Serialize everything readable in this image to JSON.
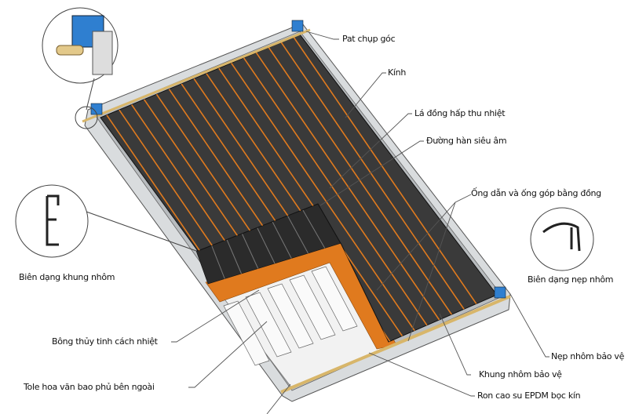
{
  "labels": {
    "corner_cap": "Pat chụp góc",
    "glass": "Kính",
    "absorber": "Lá đồng hấp thu nhiệt",
    "weld": "Đường hàn siêu âm",
    "pipes": "Ống dẫn và ống góp bằng đồng",
    "strip_profile": "Biên dạng nẹp nhôm",
    "strip": "Nẹp nhôm bảo vệ",
    "frame": "Khung nhôm bảo vệ",
    "gasket": "Ron cao su EPDM bọc kín",
    "sheet": "Tole hoa văn bao phủ bên ngoài",
    "insulation": "Bông thủy tinh cách nhiệt",
    "frame_profile": "Biên dạng khung nhôm"
  },
  "colors": {
    "glass": "#3a3a3a",
    "copper": "#e07a1e",
    "frame": "#cfd3d6",
    "corner": "#2f7fd0"
  }
}
